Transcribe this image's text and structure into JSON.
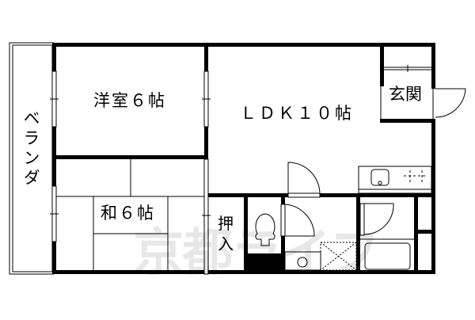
{
  "floorplan": {
    "rooms": {
      "western_room": "洋室６帖",
      "ldk": "ＬＤＫ１０帖",
      "japanese_room": "和６帖",
      "entrance": "玄関",
      "veranda": "ベランダ",
      "closet_top": "押",
      "closet_bottom": "入"
    },
    "watermark": "京都ライフ"
  }
}
